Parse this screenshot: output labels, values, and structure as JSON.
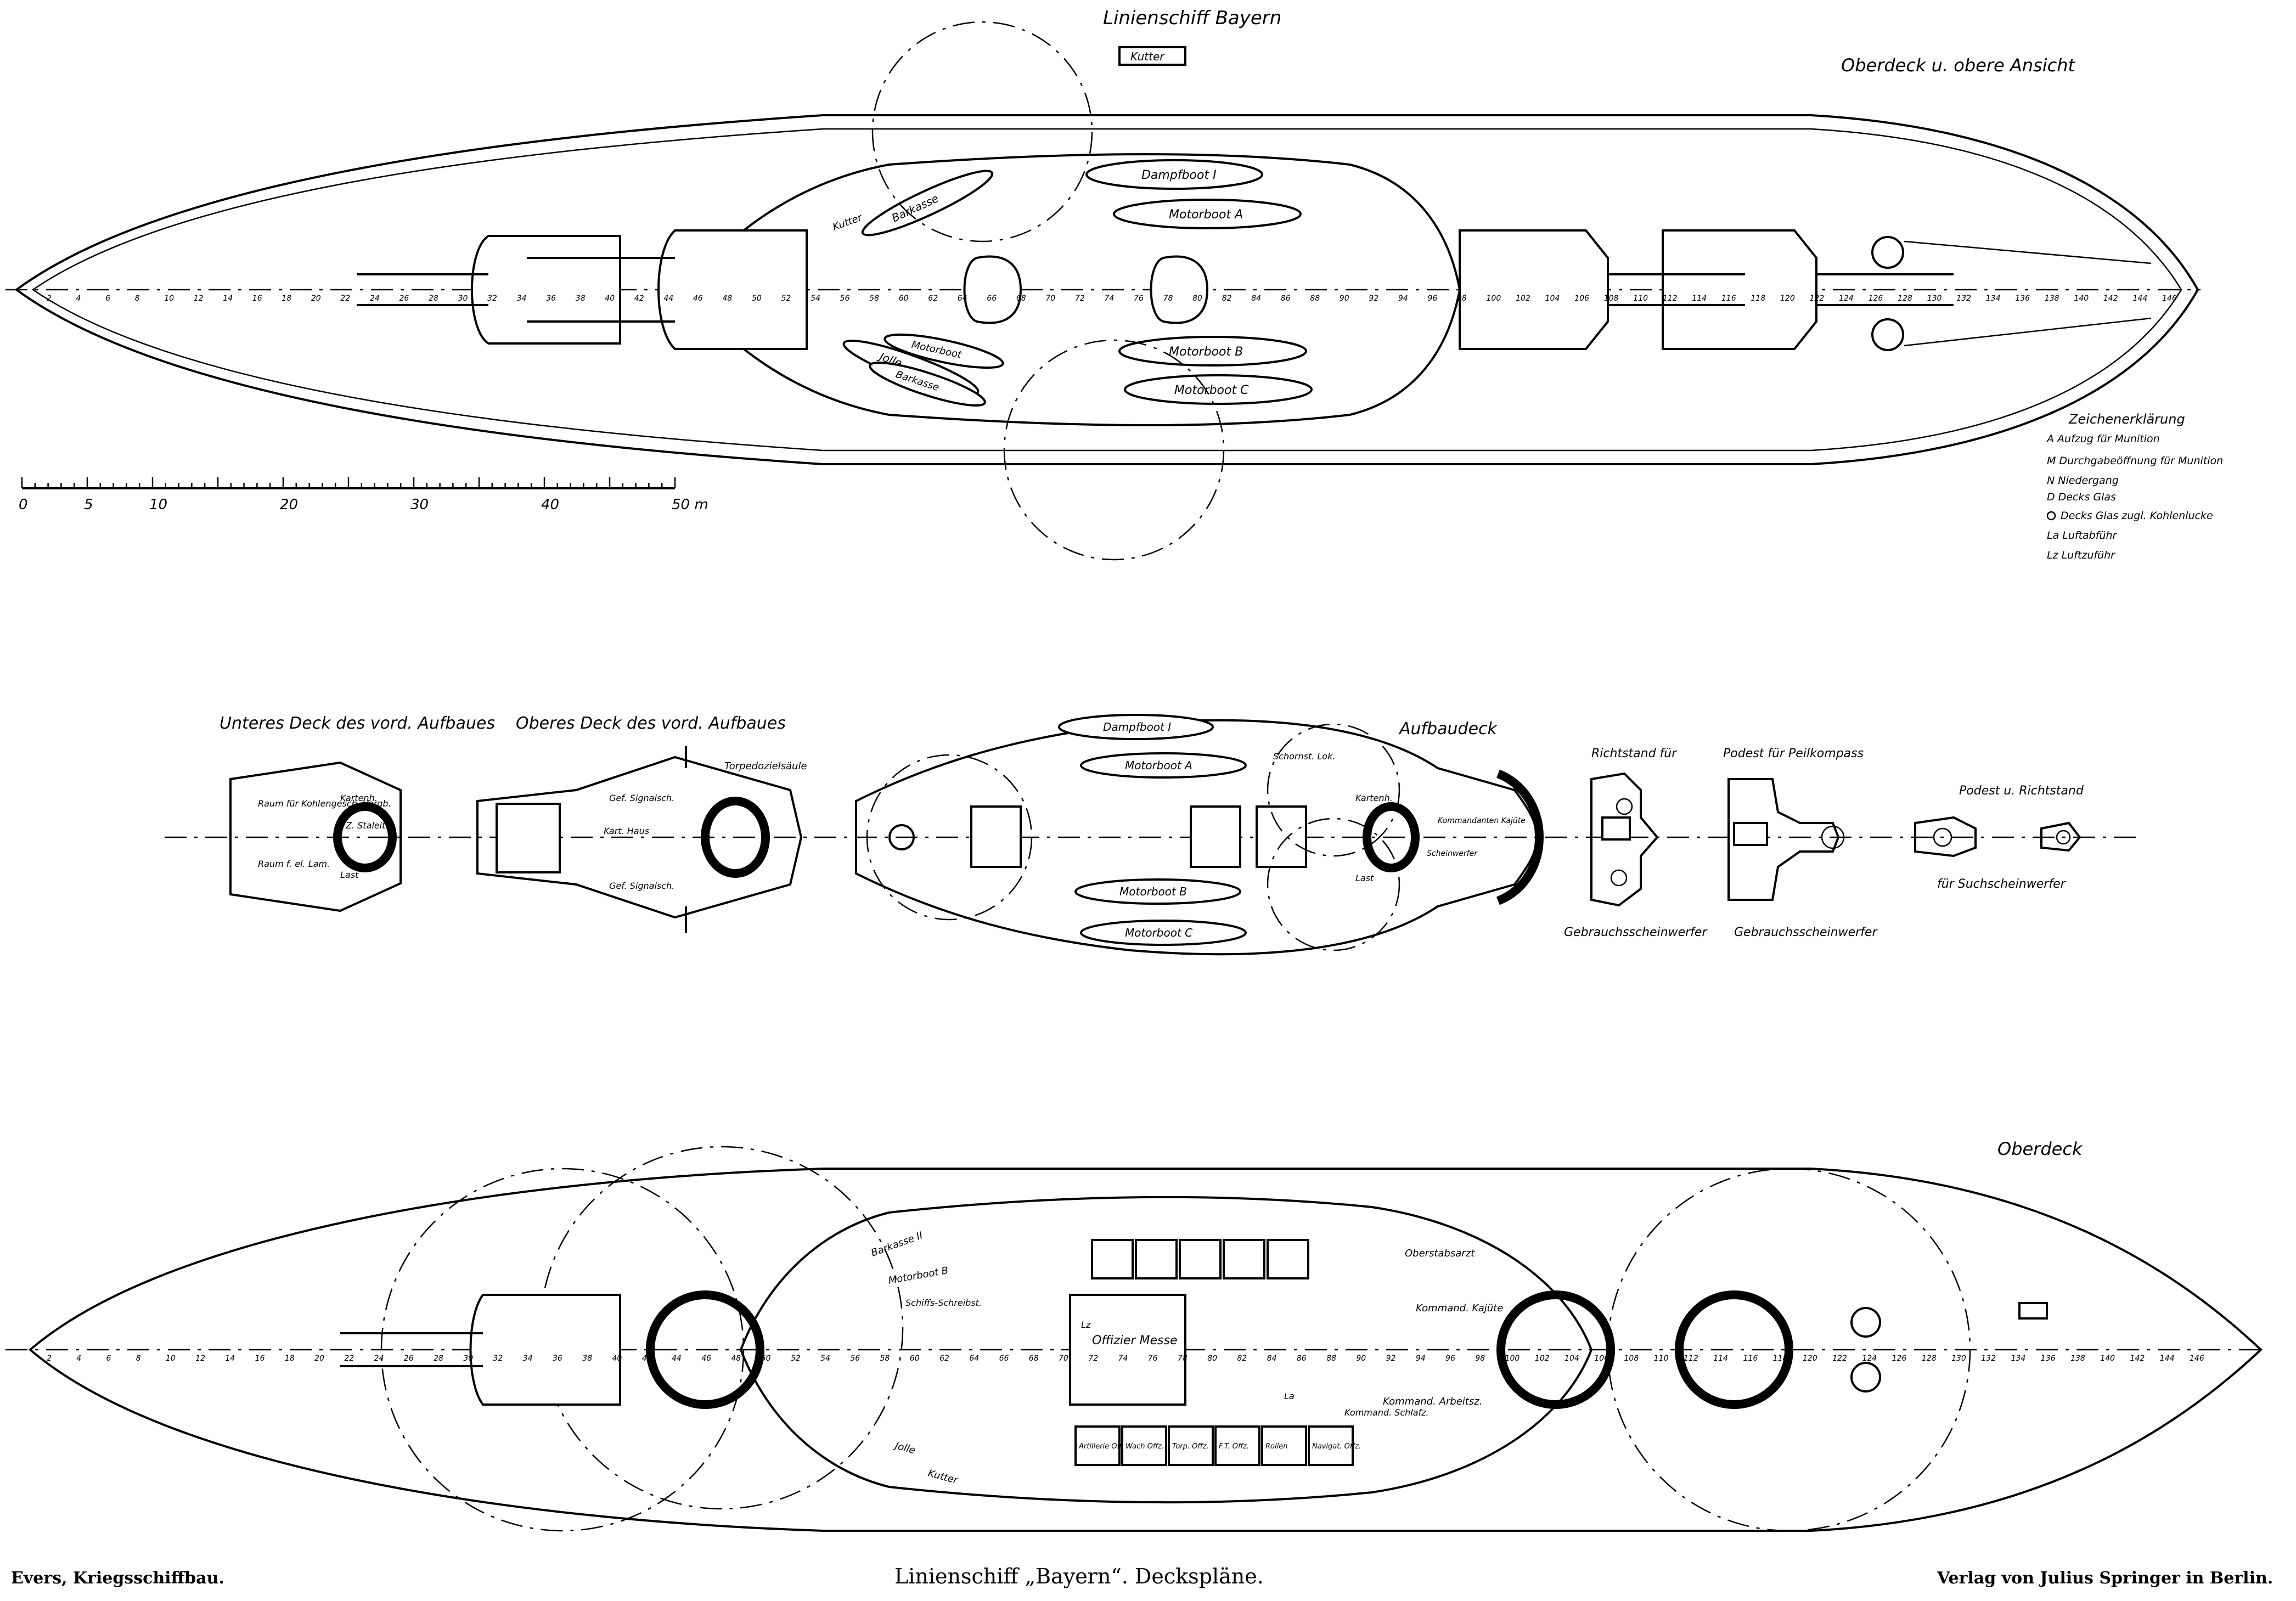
{
  "plate": {
    "title": "Linienschiff „Bayern“. Deckspläne.",
    "author": "Evers, Kriegsschiffbau.",
    "publisher": "Verlag von Julius Springer in Berlin."
  },
  "top_plan": {
    "title": "Linienschiff Bayern",
    "view_label": "Oberdeck u. obere Ansicht",
    "boats": [
      "Kutter",
      "Dampfboot I",
      "Motorboot A",
      "Motorboot B",
      "Motorboot C",
      "Barkasse",
      "Jolle",
      "Kutter",
      "Motorboot",
      "Barkasse"
    ],
    "scale": {
      "ticks": [
        "0",
        "5",
        "10",
        "20",
        "30",
        "40",
        "50 m"
      ]
    },
    "frames": [
      "2",
      "4",
      "6",
      "8",
      "10",
      "12",
      "14",
      "16",
      "18",
      "20",
      "22",
      "24",
      "26",
      "28",
      "30",
      "32",
      "34",
      "36",
      "38",
      "40",
      "42",
      "44",
      "46",
      "48",
      "50",
      "52",
      "54",
      "56",
      "58",
      "60",
      "62",
      "64",
      "66",
      "68",
      "70",
      "72",
      "74",
      "76",
      "78",
      "80",
      "82",
      "84",
      "86",
      "88",
      "90",
      "92",
      "94",
      "96",
      "98",
      "100",
      "102",
      "104",
      "106",
      "108",
      "110",
      "112",
      "114",
      "116",
      "118",
      "120",
      "122",
      "124",
      "126",
      "128",
      "130",
      "132",
      "134",
      "136",
      "138",
      "140",
      "142",
      "144",
      "146"
    ]
  },
  "legend": {
    "title": "Zeichenerklärung",
    "items": [
      "A Aufzug für Munition",
      "M Durchgabeöffnung für Munition",
      "N Niedergang",
      "D Decks Glas",
      "Decks Glas zugl. Kohlenlucke",
      "La Luftabführ",
      "Lz Luftzuführ"
    ]
  },
  "middle_plans": {
    "lower_fwd": {
      "title": "Unteres Deck des vord. Aufbaues",
      "labels": [
        "Raum für Kohlengesch. Vorgb.",
        "Kartenh.",
        "Z. Staleit.",
        "Raum f. el. Lam.",
        "Last"
      ]
    },
    "upper_fwd": {
      "title": "Oberes Deck des vord. Aufbaues",
      "labels": [
        "Torpedozielsäule",
        "Gef. Signalsch.",
        "Kart. Haus",
        "Gef. Signalsch."
      ]
    },
    "aufbaudeck": {
      "title": "Aufbaudeck",
      "labels": [
        "Dampfboot I",
        "Motorboot A",
        "Motorboot B",
        "Motorboot C",
        "Schornst. Lok.",
        "Kartenh.",
        "Kommandanten Kajüte",
        "Scheinwerfer",
        "Last"
      ]
    },
    "richtstand": {
      "title": "Richtstand für",
      "caption": "Gebrauchsscheinwerfer"
    },
    "podest_peil": {
      "title": "Podest für Peilkompass",
      "caption": "Gebrauchsscheinwerfer"
    },
    "podest_richt": {
      "title": "Podest u. Richtstand",
      "caption": "für Suchscheinwerfer"
    }
  },
  "bottom_plan": {
    "title": "Oberdeck",
    "labels": [
      "Offizier Messe",
      "Schiffs-Schreibst.",
      "Kommand. Kajüte",
      "Kommand. Arbeitsz.",
      "Oberstabsarzt",
      "Artillerie Offz.",
      "Wach Offz.",
      "Torp. Offz.",
      "F.T. Offz.",
      "Rollen",
      "Navigat. Offz.",
      "Kommand. Schlafz.",
      "Barkasse II",
      "Motorboot B",
      "Jolle",
      "Kutter",
      "Lz",
      "La"
    ]
  },
  "colors": {
    "ink": "#000000",
    "paper": "#ffffff"
  }
}
